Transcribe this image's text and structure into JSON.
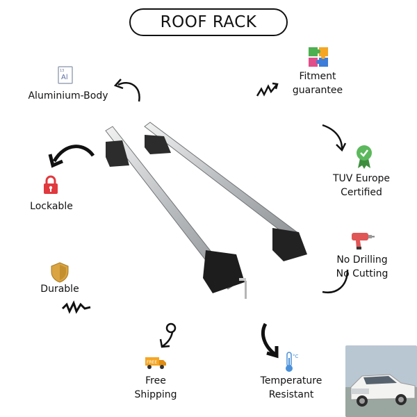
{
  "header": {
    "title": "ROOF RACK"
  },
  "features": {
    "aluminium": {
      "label": "Aluminium-Body",
      "icon": "aluminium-element-icon",
      "icon_text": "Al",
      "icon_number": "13"
    },
    "fitment": {
      "line1": "Fitment",
      "line2": "guarantee",
      "icon": "puzzle-icon"
    },
    "lockable": {
      "label": "Lockable",
      "icon": "padlock-icon"
    },
    "tuv": {
      "line1": "TUV Europe",
      "line2": "Certified",
      "icon": "certified-badge-icon"
    },
    "durable": {
      "label": "Durable",
      "icon": "shield-icon"
    },
    "no_drilling": {
      "line1": "No Drilling",
      "line2": "No Cutting",
      "icon": "drill-icon"
    },
    "shipping": {
      "line1": "Free",
      "line2": "Shipping",
      "icon": "delivery-truck-icon",
      "icon_text": "FREE"
    },
    "temperature": {
      "line1": "Temperature",
      "line2": "Resistant",
      "icon": "thermometer-icon",
      "icon_text": "°C"
    }
  },
  "colors": {
    "lock_red": "#e0393e",
    "shield_gold": "#d9a441",
    "badge_green": "#5cb85c",
    "drill_red": "#e05555",
    "truck_orange": "#f5a623",
    "thermo_blue": "#4a90d9"
  }
}
